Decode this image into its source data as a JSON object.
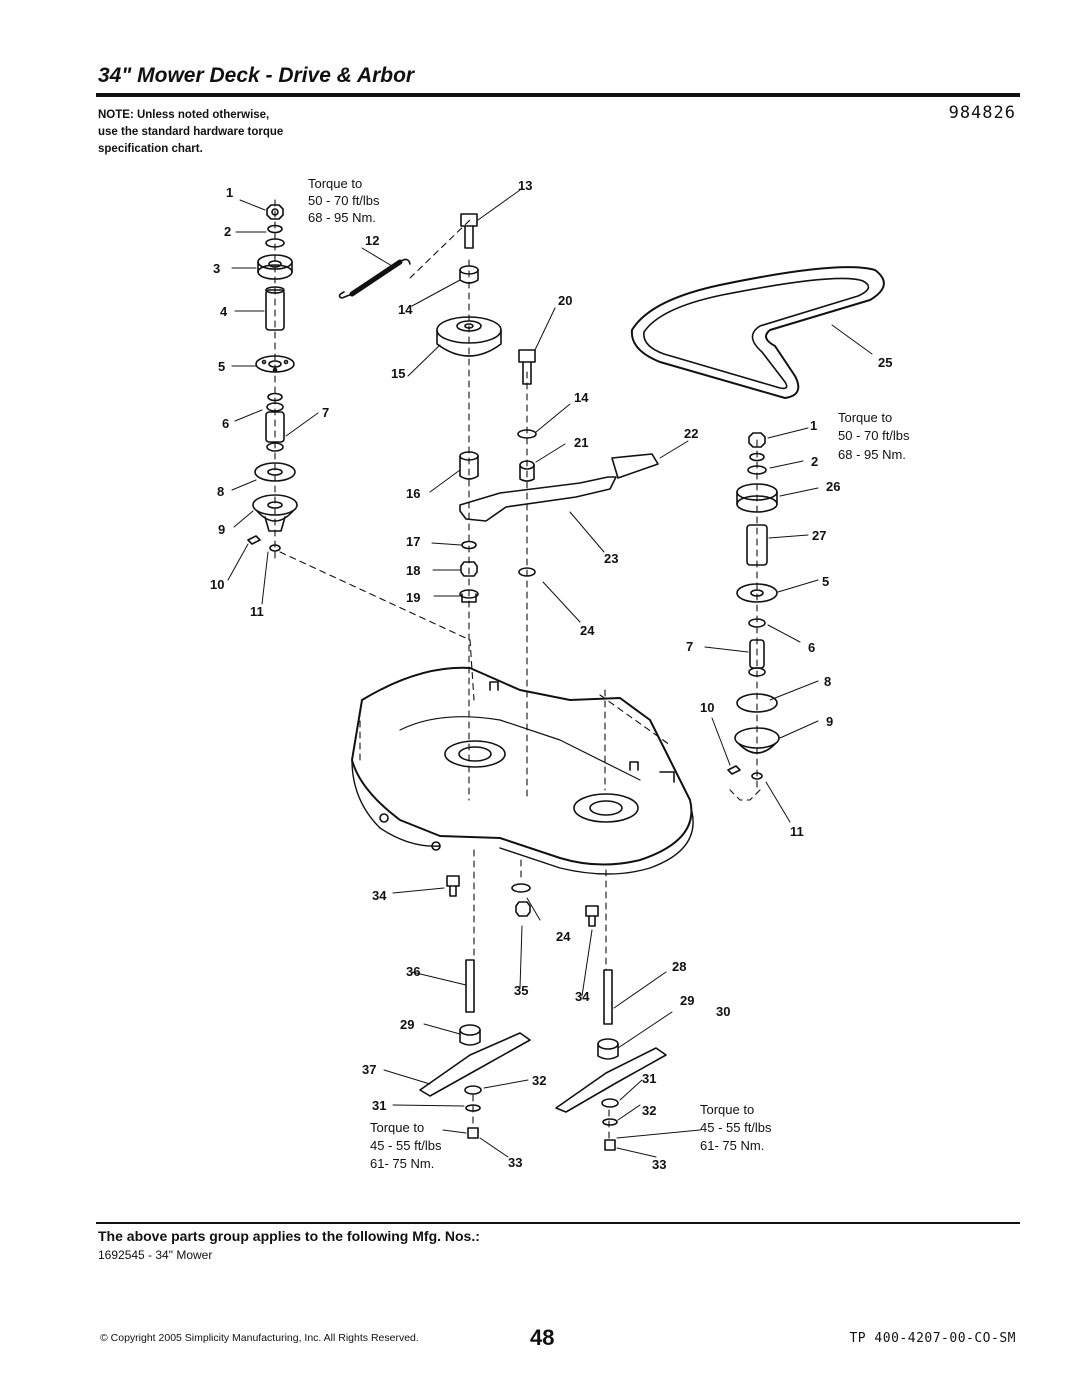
{
  "page": {
    "title": "34\" Mower Deck - Drive & Arbor",
    "part_number": "984826",
    "note": [
      "NOTE: Unless noted otherwise,",
      "use the standard hardware torque",
      "specification chart."
    ],
    "applies_heading": "The above parts group applies to the following Mfg. Nos.:",
    "mfg_number": "1692545 - 34\" Mower",
    "copyright": "© Copyright 2005 Simplicity Manufacturing, Inc. All Rights Reserved.",
    "page_number": "48",
    "doc_code": "TP 400-4207-00-CO-SM"
  },
  "torque_notes": {
    "left_arbor": [
      "Torque to",
      "50 - 70 ft/lbs",
      "68 - 95 Nm."
    ],
    "right_arbor": [
      "Torque to",
      "50 - 70 ft/lbs",
      "68 - 95 Nm."
    ],
    "left_blade": [
      "Torque to",
      "45 - 55 ft/lbs",
      "61- 75 Nm."
    ],
    "right_blade": [
      "Torque to",
      "45 - 55 ft/lbs",
      "61- 75 Nm."
    ]
  },
  "callouts": {
    "c1": "1",
    "c2": "2",
    "c3": "3",
    "c4": "4",
    "c5": "5",
    "c6": "6",
    "c7": "7",
    "c8": "8",
    "c9": "9",
    "c10": "10",
    "c11": "11",
    "c12": "12",
    "c13": "13",
    "c14": "14",
    "c15": "15",
    "c16": "16",
    "c17": "17",
    "c18": "18",
    "c19": "19",
    "c20": "20",
    "c21": "21",
    "c22": "22",
    "c23": "23",
    "c24": "24",
    "c25": "25",
    "c26": "26",
    "c27": "27",
    "c28": "28",
    "c29": "29",
    "c30": "30",
    "c31": "31",
    "c32": "32",
    "c33": "33",
    "c34": "34",
    "c35": "35",
    "c36": "36",
    "c37": "37"
  }
}
